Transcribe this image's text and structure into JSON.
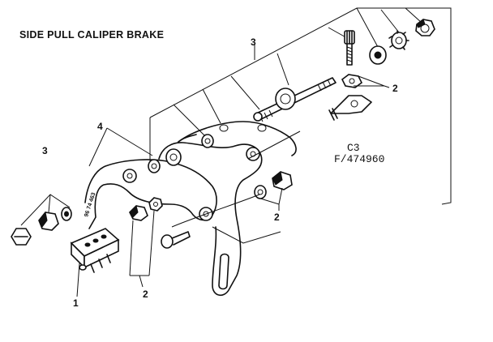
{
  "title": "SIDE PULL CALIPER BRAKE",
  "figure_code": "C3",
  "part_code": "F/474960",
  "arm_stamp": "96 74 463",
  "callouts": {
    "one": "1",
    "two_a": "2",
    "two_b": "2",
    "two_c": "2",
    "three_a": "3",
    "three_b": "3",
    "four": "4"
  }
}
